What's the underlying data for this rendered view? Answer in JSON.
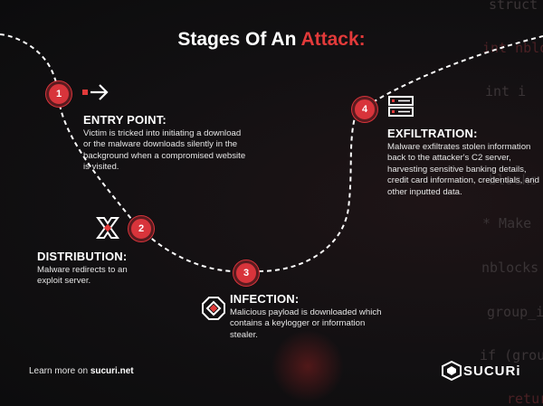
{
  "title": {
    "prefix": "Stages Of An",
    "accent": "Attack:"
  },
  "stages": [
    {
      "number": "1",
      "heading": "ENTRY POINT:",
      "description": "Victim is tricked into initiating a download or the malware downloads silently in the background when a compromised website is visited."
    },
    {
      "number": "2",
      "heading": "DISTRIBUTION:",
      "description": "Malware redirects to an exploit server."
    },
    {
      "number": "3",
      "heading": "INFECTION:",
      "description": "Malicious payload is downloaded which contains a keylogger or information stealer."
    },
    {
      "number": "4",
      "heading": "EXFILTRATION:",
      "description": "Malware exfiltrates stolen information back to the attacker's C2 server, harvesting sensitive banking details, credit card information, credentials, and other inputted data."
    }
  ],
  "footer": {
    "prefix": "Learn more on",
    "link": "sucuri.net"
  },
  "logo": {
    "text": "SUCURi"
  },
  "background_code": [
    "struct s",
    "int nbloc",
    "int i",
    "blocks",
    "* Make",
    "nblocks",
    "group_i",
    "if (group",
    "return"
  ],
  "colors": {
    "accent": "#e23a3a",
    "step": "#d8343b"
  },
  "icons": [
    "arrow-right-icon",
    "distribution-icon",
    "infection-icon",
    "server-icon",
    "sucuri-logo-icon"
  ]
}
